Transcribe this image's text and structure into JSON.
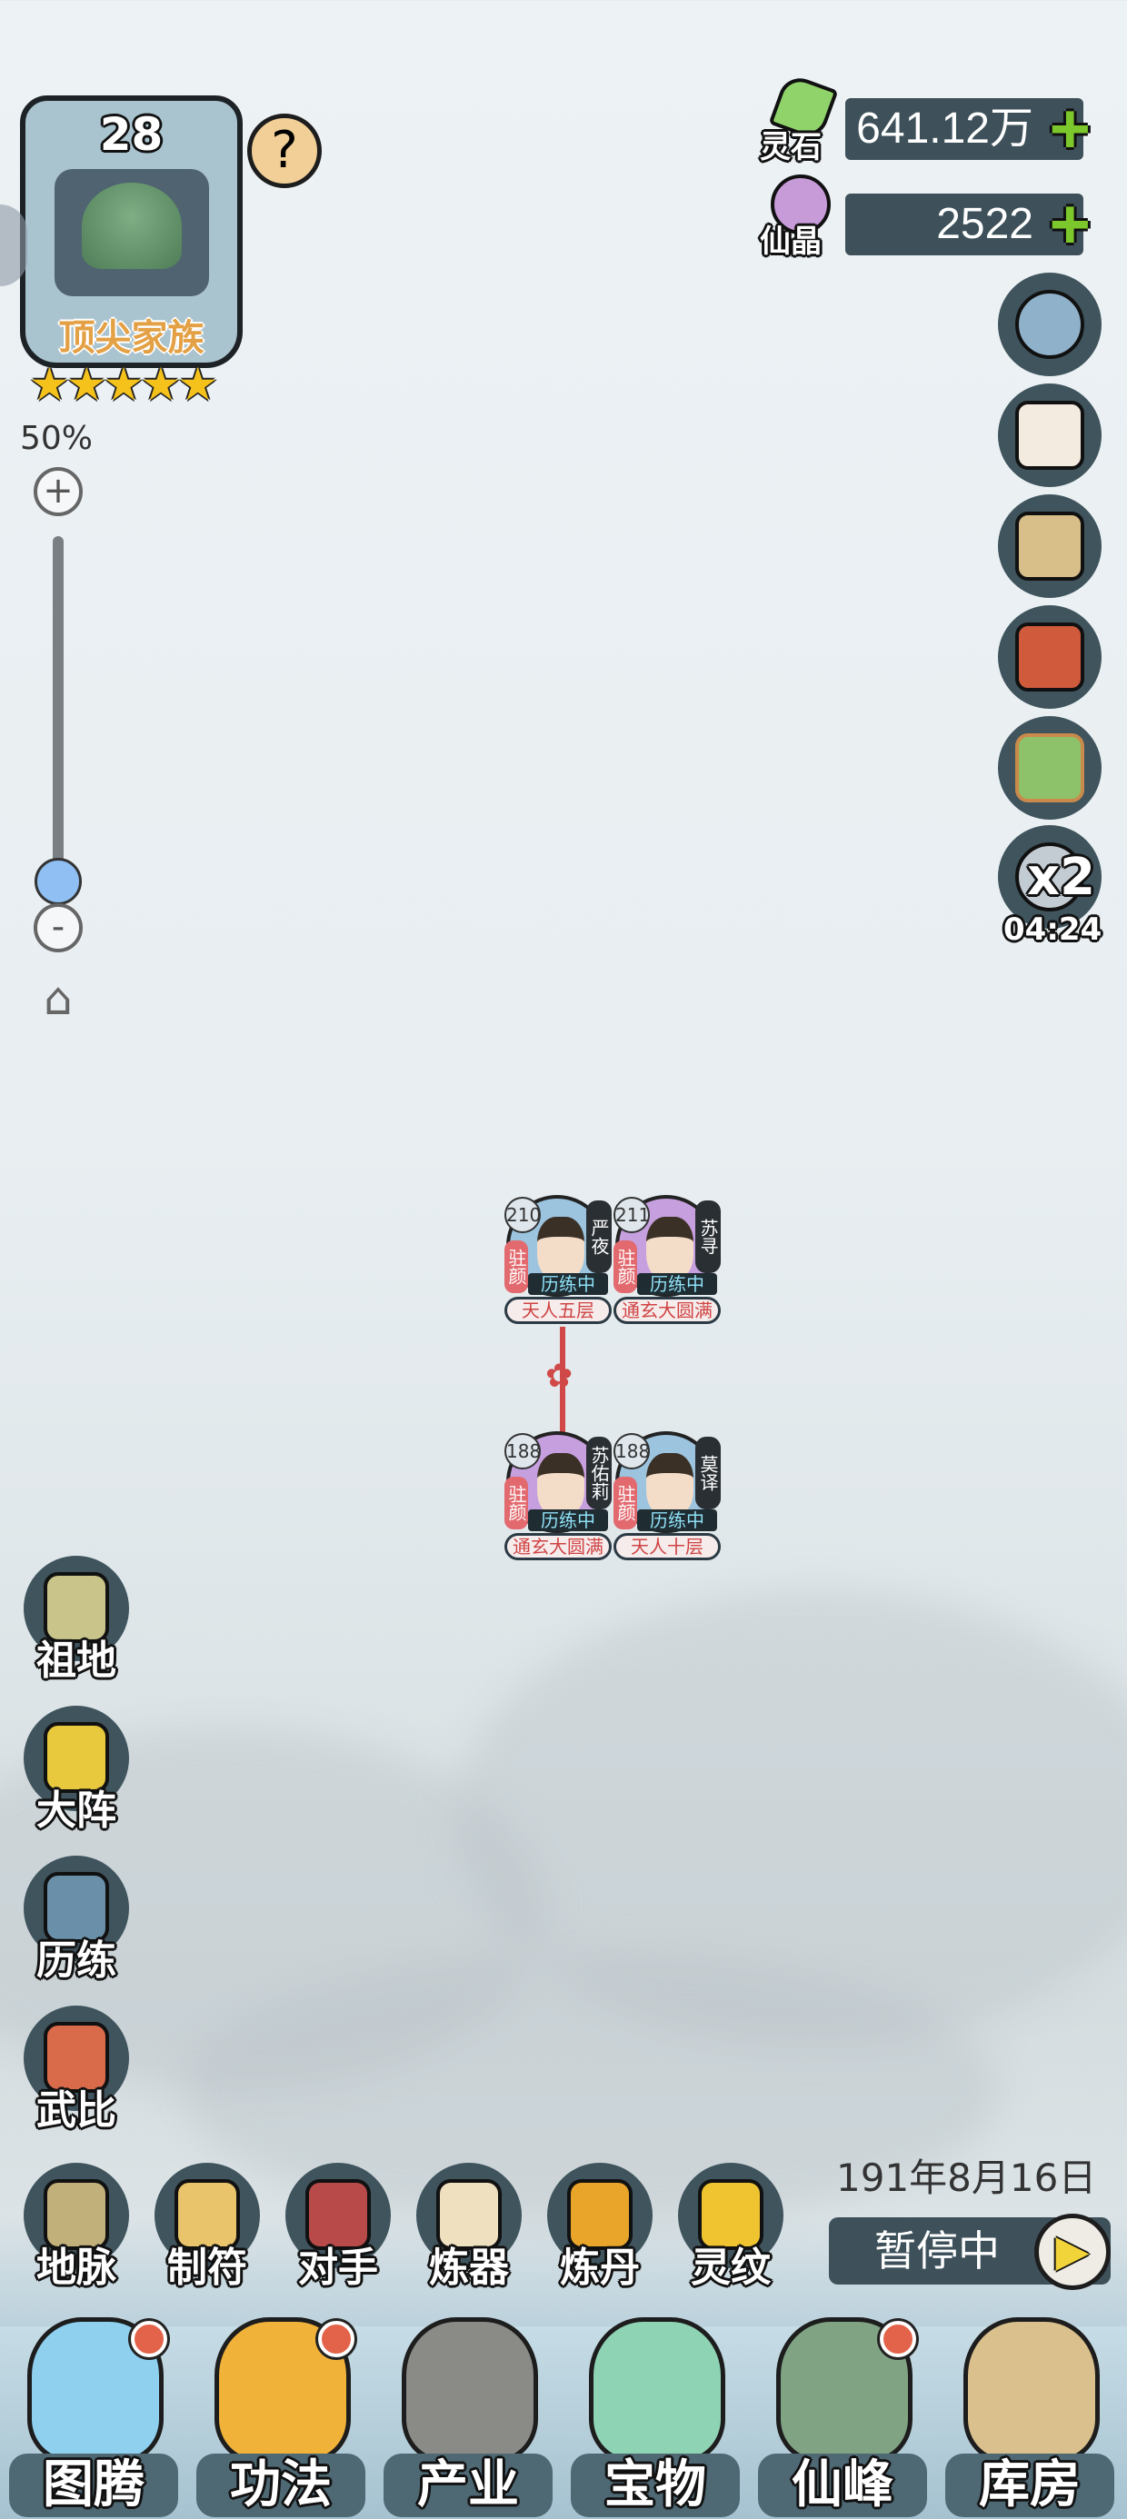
{
  "family": {
    "level": "28",
    "rank": "顶尖家族",
    "stars": 5,
    "help_icon": "question-icon"
  },
  "zoom": {
    "percent": "50%",
    "level": 0.5,
    "plus": "+",
    "minus": "-"
  },
  "resources": [
    {
      "label": "灵石",
      "value": "641.12万",
      "color": "#8fd36a"
    },
    {
      "label": "仙晶",
      "value": "2522",
      "color": "#c79ad8"
    }
  ],
  "right_icons": [
    "settings-icon",
    "letters-icon",
    "scroll-icon",
    "book-icon",
    "ranking-icon"
  ],
  "speed": {
    "multiplier": "x2",
    "timer": "04:24"
  },
  "characters": [
    {
      "age": "210",
      "name": "严夜",
      "stay": "驻颜",
      "status": "历练中",
      "realm": "天人五层",
      "ring": "#9cc4df"
    },
    {
      "age": "211",
      "name": "苏寻",
      "stay": "驻颜",
      "status": "历练中",
      "realm": "通玄大圆满",
      "ring": "#c69fde"
    },
    {
      "age": "188",
      "name": "苏佑莉",
      "stay": "驻颜",
      "status": "历练中",
      "realm": "通玄大圆满",
      "ring": "#c69fde"
    },
    {
      "age": "188",
      "name": "莫译",
      "stay": "驻颜",
      "status": "历练中",
      "realm": "天人十层",
      "ring": "#9cc4df"
    }
  ],
  "side_menu": [
    {
      "label": "祖地",
      "color": "#c9c58a"
    },
    {
      "label": "大阵",
      "color": "#e8c83c"
    },
    {
      "label": "历练",
      "color": "#6a8fa8"
    },
    {
      "label": "武比",
      "color": "#d96a4a"
    }
  ],
  "tools": [
    {
      "label": "地脉",
      "color": "#c2b07a"
    },
    {
      "label": "制符",
      "color": "#e9c46a"
    },
    {
      "label": "对手",
      "color": "#b94a4a"
    },
    {
      "label": "炼器",
      "color": "#efe0c0"
    },
    {
      "label": "炼丹",
      "color": "#e9a52a"
    },
    {
      "label": "灵纹",
      "color": "#f0c431"
    }
  ],
  "date": "191年8月16日",
  "pause": {
    "label": "暂停中",
    "icon": "play-icon"
  },
  "nav": [
    {
      "label": "图腾",
      "color": "#8fd0ef",
      "dot": true
    },
    {
      "label": "功法",
      "color": "#f1b23a",
      "dot": true
    },
    {
      "label": "产业",
      "color": "#8a8a86",
      "dot": false
    },
    {
      "label": "宝物",
      "color": "#8fd3b5",
      "dot": false
    },
    {
      "label": "仙峰",
      "color": "#7fa383",
      "dot": true
    },
    {
      "label": "库房",
      "color": "#d9c08c",
      "dot": false
    }
  ]
}
